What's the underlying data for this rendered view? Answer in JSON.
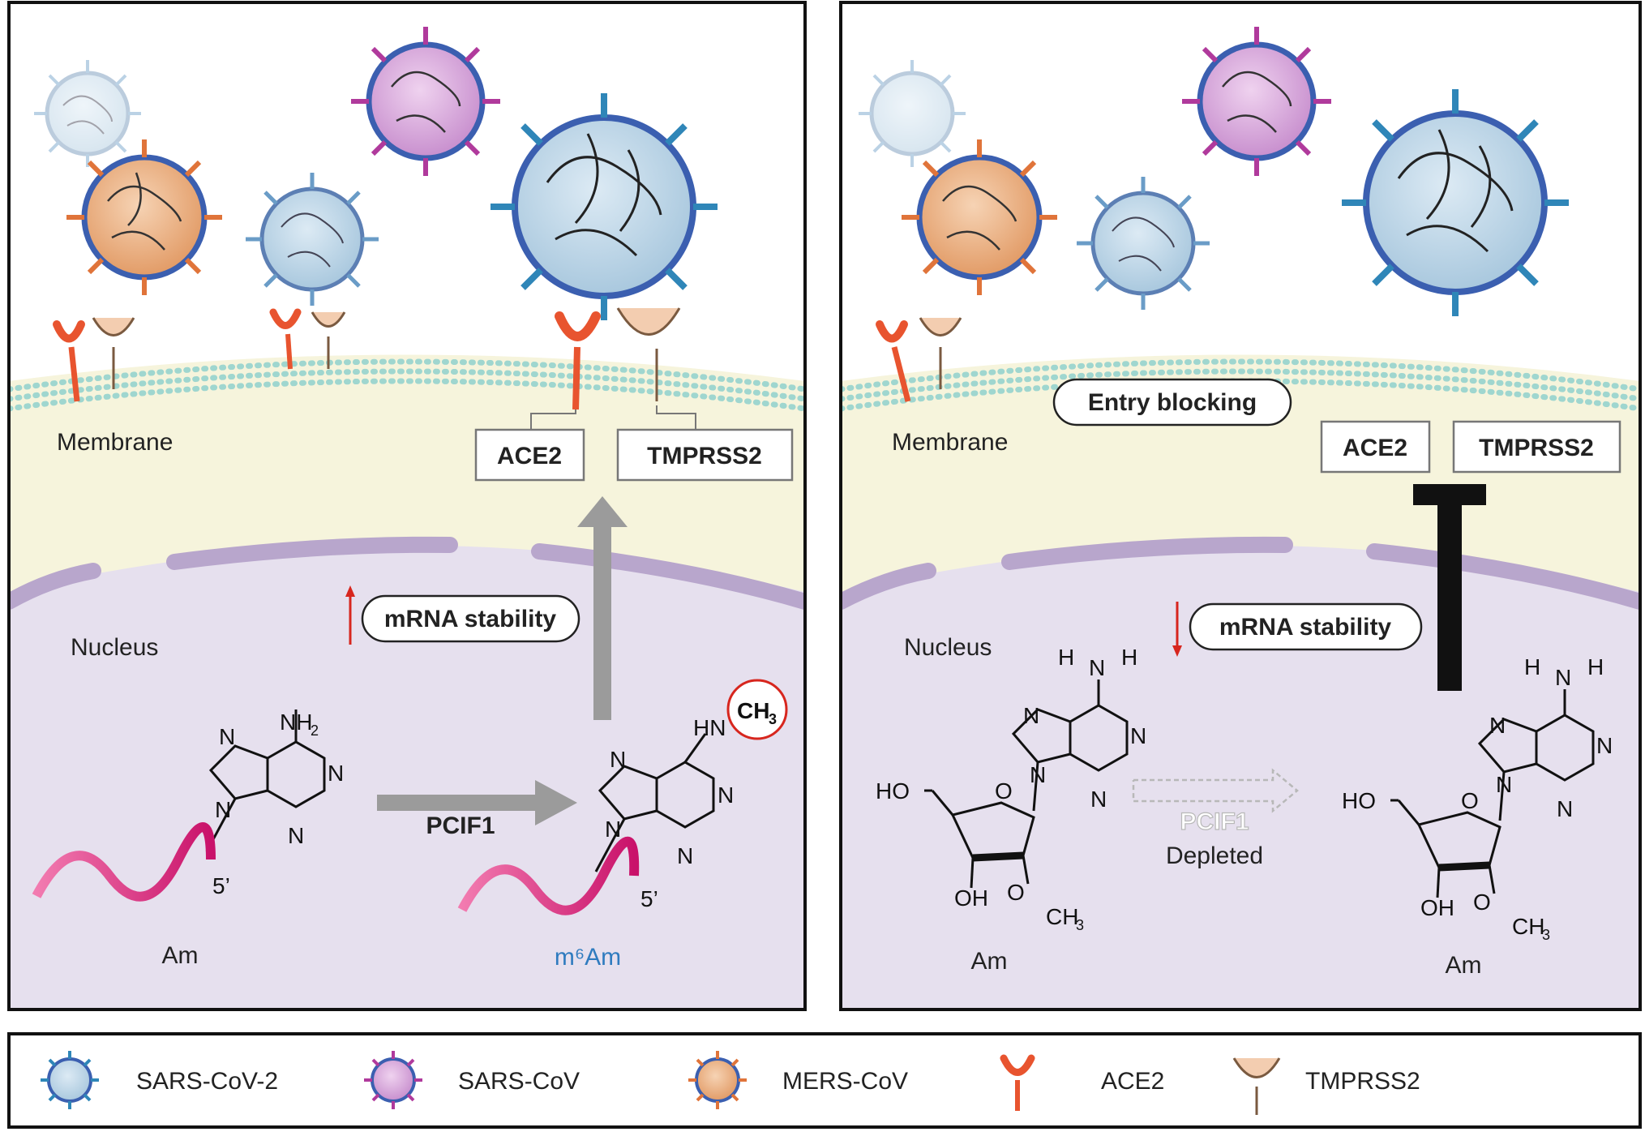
{
  "panel_left": {
    "membrane_label": "Membrane",
    "nucleus_label": "Nucleus",
    "ace2_box": "ACE2",
    "tmprss2_box": "TMPRSS2",
    "stability_label": "mRNA stability",
    "enzyme_label": "PCIF1",
    "substrate_label": "Am",
    "product_label": "m⁶Am",
    "five_prime": "5’",
    "nh2": "NH",
    "hn": "HN",
    "ch3": "CH",
    "n": "N",
    "colors": {
      "product_label": "#2f7bbf",
      "up_arrow": "#d7261e"
    }
  },
  "panel_right": {
    "membrane_label": "Membrane",
    "nucleus_label": "Nucleus",
    "entry_blocking": "Entry blocking",
    "ace2_box": "ACE2",
    "tmprss2_box": "TMPRSS2",
    "stability_label": "mRNA stability",
    "enzyme_label": "PCIF1",
    "depleted_label": "Depleted",
    "left_molecule_label": "Am",
    "right_molecule_label": "Am",
    "h": "H",
    "n": "N",
    "ho": "HO",
    "oh": "OH",
    "o": "O",
    "ch3": "CH",
    "colors": {
      "down_arrow": "#d7261e",
      "inhibition": "#111111"
    }
  },
  "legend": {
    "items": [
      {
        "label": "SARS-CoV-2",
        "icon": "sars-cov-2-virus-icon"
      },
      {
        "label": "SARS-CoV",
        "icon": "sars-cov-virus-icon"
      },
      {
        "label": "MERS-CoV",
        "icon": "mers-cov-virus-icon"
      },
      {
        "label": "ACE2",
        "icon": "ace2-receptor-icon"
      },
      {
        "label": "TMPRSS2",
        "icon": "tmprss2-protease-icon"
      }
    ]
  },
  "colors": {
    "sars_cov_2": "#b8d3e6",
    "sars_cov": "#d9a6d9",
    "mers_cov": "#e8a877",
    "ace2": "#e8542f",
    "tmprss2": "#f3cdb0",
    "cytoplasm": "#f6f4dc",
    "nucleus": "#e6e0ee",
    "rna": "#e0287a"
  }
}
